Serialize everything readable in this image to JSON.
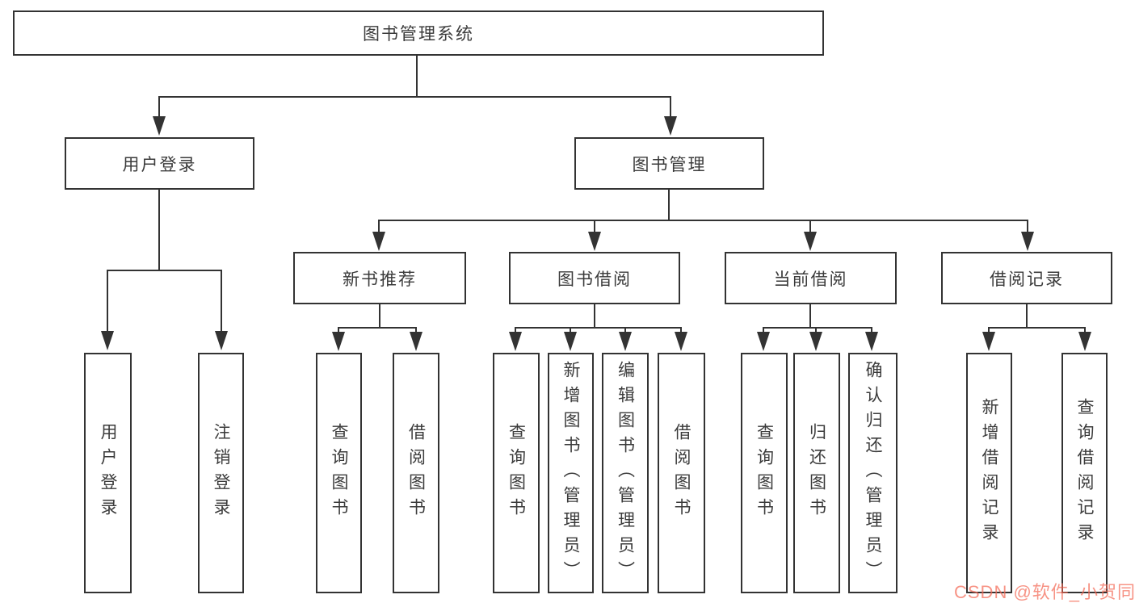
{
  "title": "图书管理系统",
  "nodes": {
    "level2": {
      "login": "用户登录",
      "management": "图书管理"
    },
    "level3": {
      "recommend": "新书推荐",
      "borrow": "图书借阅",
      "current": "当前借阅",
      "records": "借阅记录"
    },
    "leaves": {
      "login": [
        "用户登录",
        "注销登录"
      ],
      "recommend": [
        "查询图书",
        "借阅图书"
      ],
      "borrow": [
        "查询图书",
        "新增图书（管理员）",
        "编辑图书（管理员）",
        "借阅图书"
      ],
      "current": [
        "查询图书",
        "归还图书",
        "确认归还（管理员）"
      ],
      "records": [
        "新增借阅记录",
        "查询借阅记录"
      ]
    }
  },
  "watermark": "CSDN @软件_小贺同学",
  "colors": {
    "line": "#333333",
    "text": "#3b3b3b",
    "watermark": "#f46a56",
    "background": "#ffffff"
  }
}
